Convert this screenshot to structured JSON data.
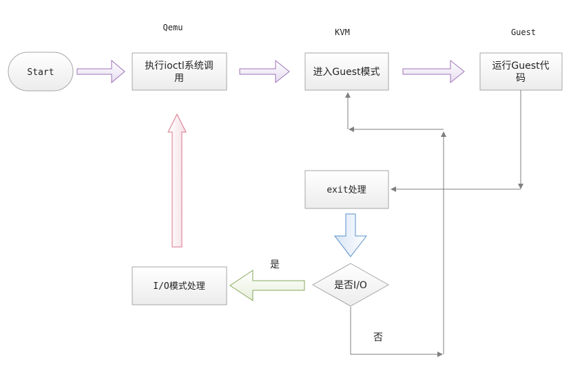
{
  "columns": {
    "qemu": "Qemu",
    "kvm": "KVM",
    "guest": "Guest"
  },
  "nodes": {
    "start": "Start",
    "ioctl_line1": "执行ioctl系统调",
    "ioctl_line2": "用",
    "enter_guest": "进入Guest模式",
    "run_guest_line1": "运行Guest代",
    "run_guest_line2": "码",
    "exit_handle": "exit处理",
    "is_io": "是否I/O",
    "io_handle": "I/O模式处理"
  },
  "edge_labels": {
    "yes": "是",
    "no": "否"
  },
  "colors": {
    "box_fill": "#f2f2f2",
    "box_stroke": "#a6a6a6",
    "purple_arrow": "#9c72b8",
    "blue_arrow": "#5b8fc9",
    "green_arrow": "#86a85a",
    "red_arrow": "#d8778a",
    "line": "#7f7f7f"
  }
}
